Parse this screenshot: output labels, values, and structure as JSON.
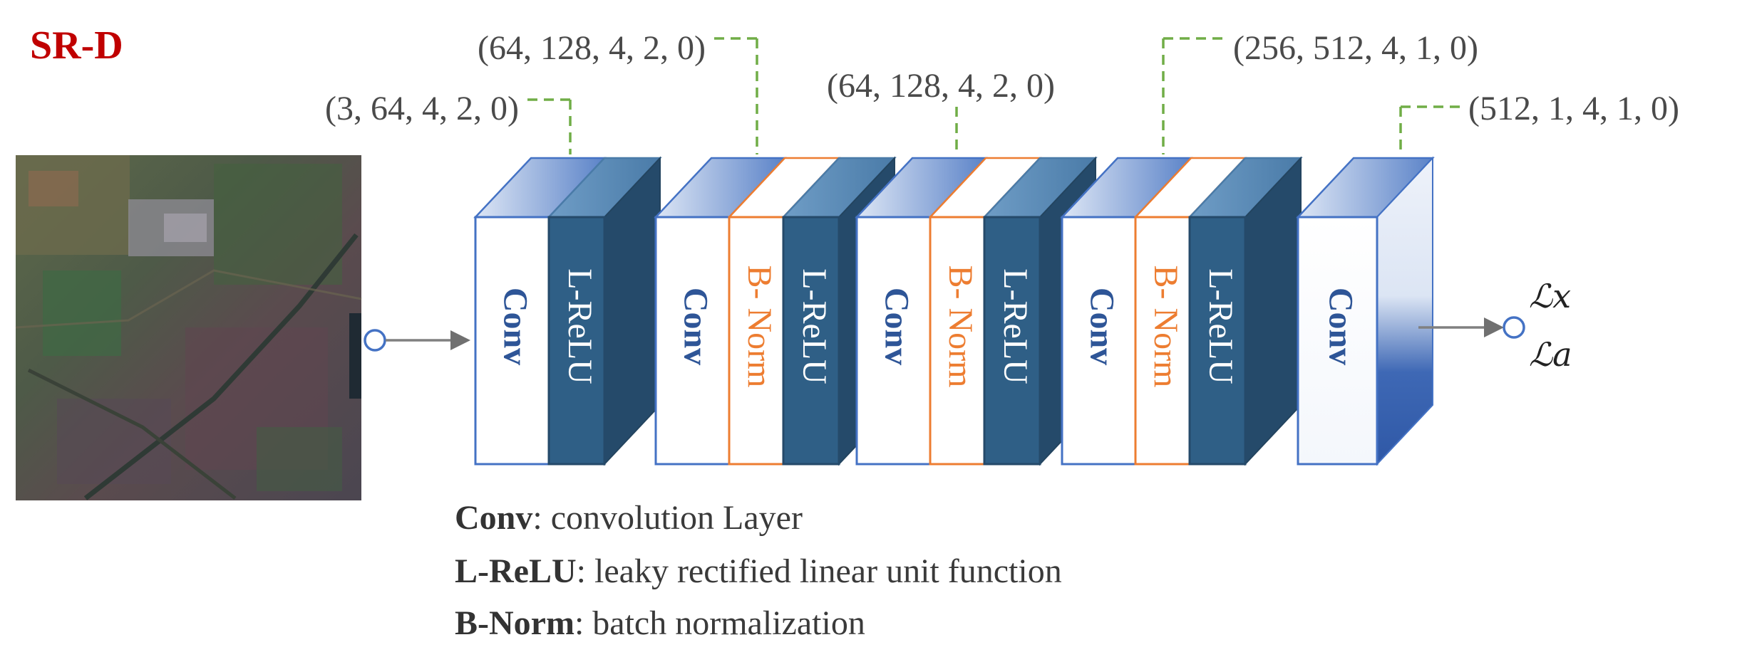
{
  "title": "SR-D",
  "input_image_alt": "satellite image input",
  "layer_params": [
    "(3, 64, 4, 2, 0)",
    "(64, 128, 4, 2, 0)",
    "(64, 128, 4, 2, 0)",
    "(256, 512, 4, 1, 0)",
    "(512, 1, 4, 1, 0)"
  ],
  "blocks": [
    {
      "layers": [
        "Conv",
        "L-ReLU"
      ]
    },
    {
      "layers": [
        "Conv",
        "B- Norm",
        "L-ReLU"
      ]
    },
    {
      "layers": [
        "Conv",
        "B- Norm",
        "L-ReLU"
      ]
    },
    {
      "layers": [
        "Conv",
        "B- Norm",
        "L-ReLU"
      ]
    },
    {
      "layers": [
        "Conv"
      ]
    }
  ],
  "outputs": [
    "ℒx",
    "ℒa"
  ],
  "legend": [
    {
      "term": "Conv",
      "desc": ":  convolution Layer"
    },
    {
      "term": "L-ReLU",
      "desc": ":  leaky rectified linear unit function"
    },
    {
      "term": "B-Norm",
      "desc": ":  batch normalization"
    }
  ],
  "colors": {
    "title": "#c00000",
    "conv_text": "#2e5597",
    "bnorm": "#ed7d31",
    "lrelu_front": "#2f5f86",
    "lrelu_side": "#254a6a",
    "conv_border": "#4472c4",
    "dash": "#70ad47"
  }
}
